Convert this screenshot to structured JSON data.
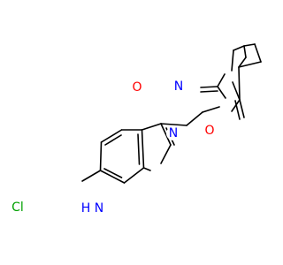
{
  "molecule": {
    "colors": {
      "carbon_bond": "#000000",
      "oxygen": "#ff0000",
      "nitrogen": "#0000ff",
      "chlorine": "#00a000",
      "background": "#ffffff"
    },
    "labels": {
      "oxygen_top": "O",
      "oxygen_bottom": "O",
      "nitrogen_bridgehead": "N",
      "nitrogen_imide": "N",
      "chlorine": "Cl",
      "indole_nh": "H",
      "indole_n": "N"
    }
  }
}
